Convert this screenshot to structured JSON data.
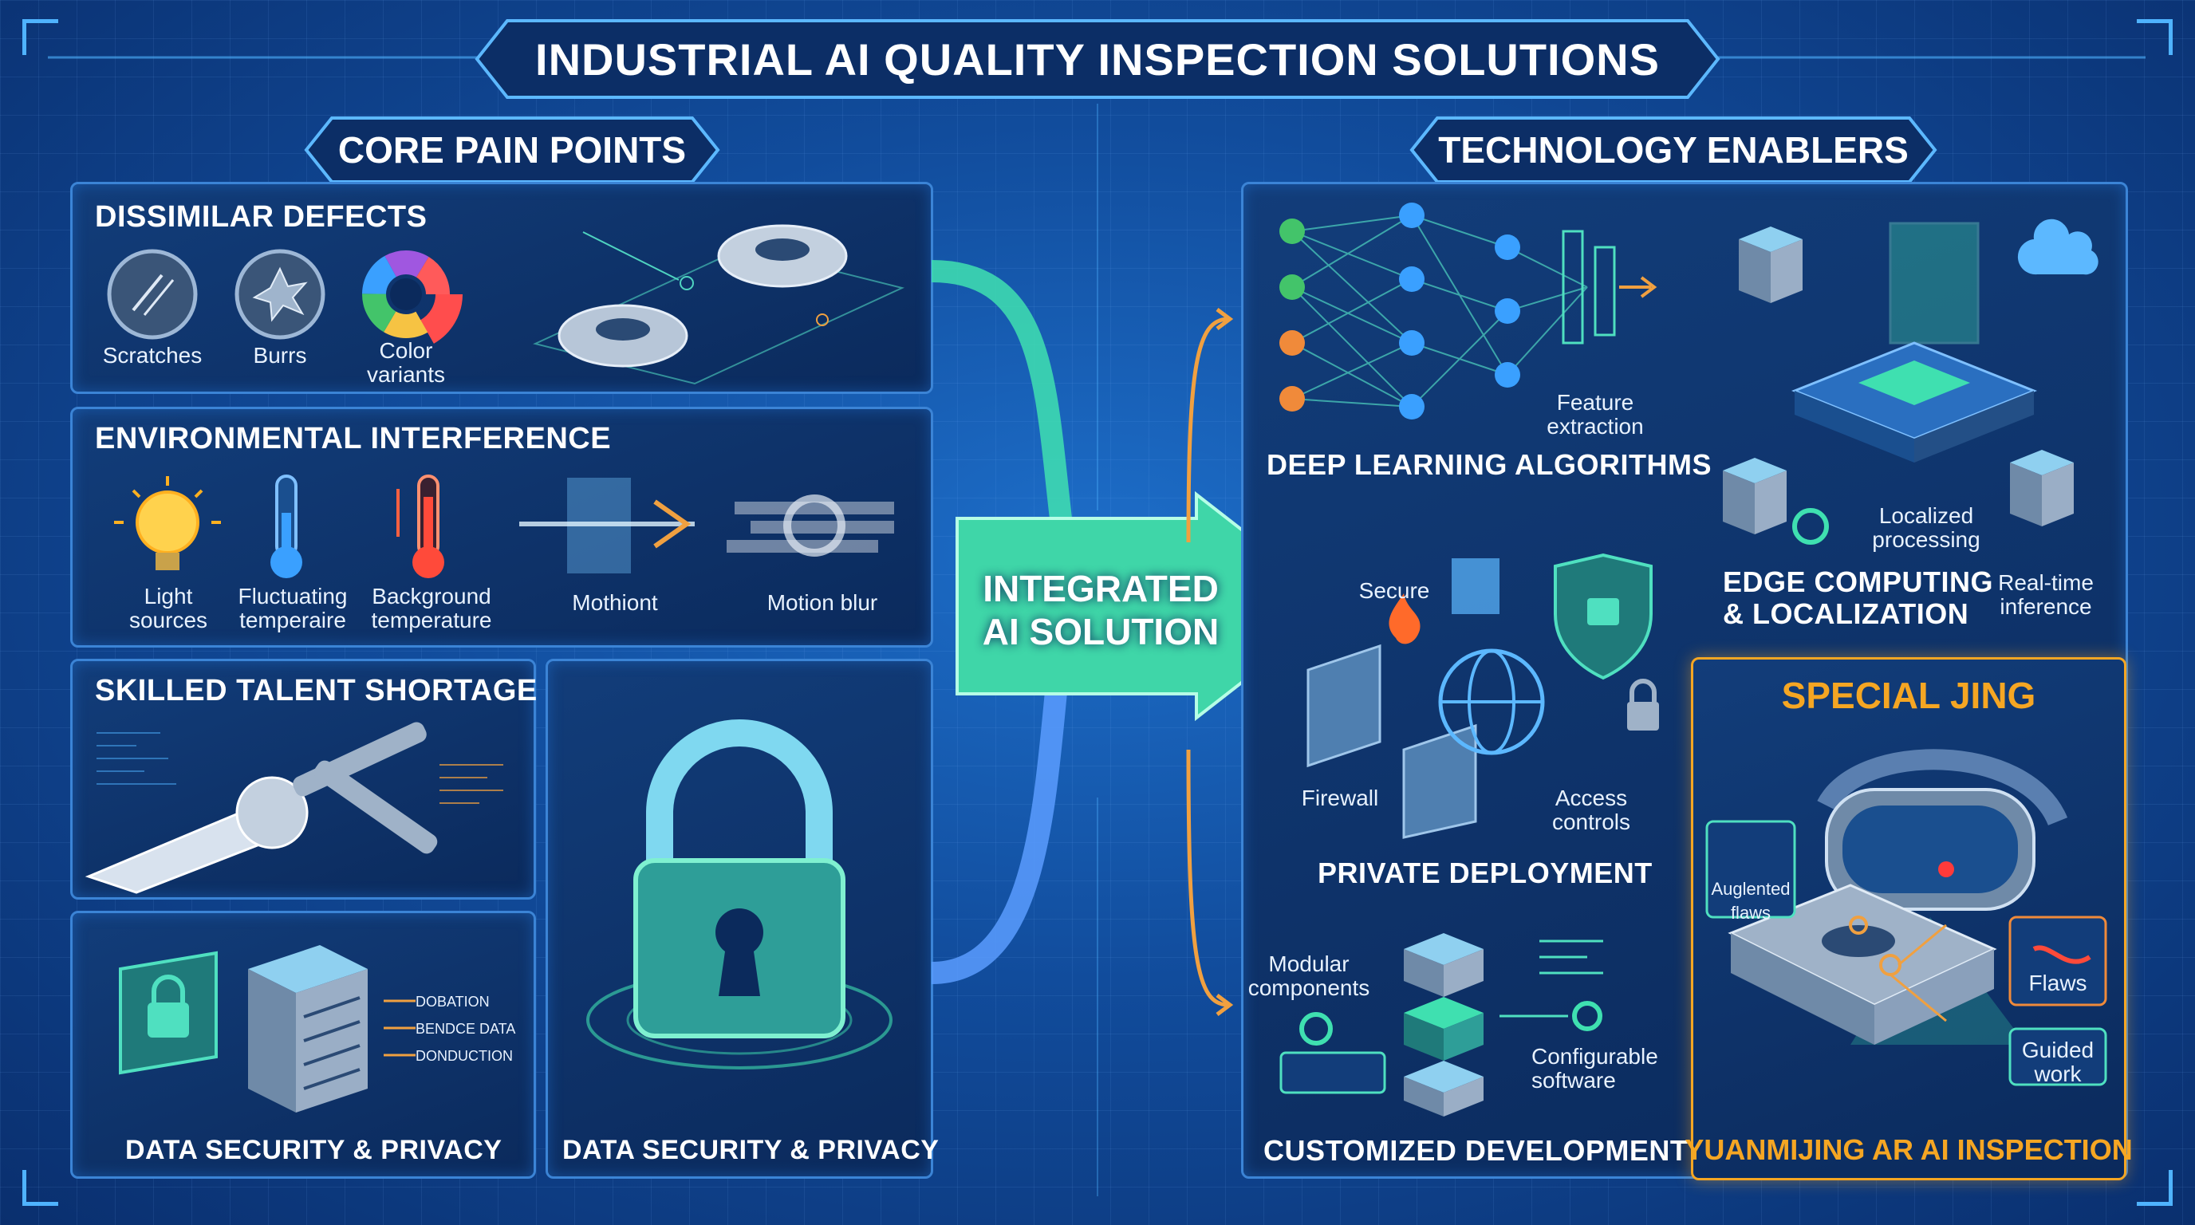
{
  "header": {
    "title": "INDUSTRIAL AI QUALITY INSPECTION SOLUTIONS"
  },
  "left": {
    "section_title": "CORE PAIN POINTS",
    "dissimilar": {
      "title": "DISSIMILAR DEFECTS",
      "items": [
        "Scratches",
        "Burrs",
        "Color\nvariants"
      ]
    },
    "environmental": {
      "title": "ENVIRONMENTAL INTERFERENCE",
      "items": [
        "Light\nsources",
        "Fluctuating\ntemperaire",
        "Background\ntemperature",
        "Mothiont",
        "Motion blur"
      ]
    },
    "talent": {
      "title": "SKILLED TALENT SHORTAGE"
    },
    "security_small": {
      "title": "DATA SECURITY & PRIVACY",
      "data_lines": [
        "DOBATION",
        "BENDCE DATA",
        "DONDUCTION"
      ]
    },
    "security_large": {
      "title": "DATA SECURITY & PRIVACY"
    }
  },
  "center": {
    "line1": "INTEGRATED",
    "line2": "AI SOLUTION"
  },
  "right": {
    "section_title": "TECHNOLOGY ENABLERS",
    "deep": {
      "title": "DEEP LEARNING ALGORITHMS",
      "feature": "Feature\nextraction"
    },
    "edge": {
      "title": "EDGE COMPUTING\n& LOCALIZATION",
      "localized": "Localized\nprocessing",
      "realtime": "Real-time\ninference"
    },
    "private": {
      "title": "PRIVATE DEPLOYMENT",
      "secure": "Secure",
      "firewall": "Firewall",
      "access": "Access\ncontrols"
    },
    "custom": {
      "title": "CUSTOMIZED DEVELOPMENT",
      "modular": "Modular\ncomponents",
      "configurable": "Configurable\nsoftware"
    },
    "special": {
      "title": "SPECIAL JING",
      "footer": "YUANMIJING AR AI INSPECTION",
      "augmented": "Auglented\nflaws",
      "flaws": "Flaws",
      "guided": "Guided\nwork"
    }
  },
  "colors": {
    "accent": "#3fe0b0",
    "orange": "#f0a040",
    "panel_border": "#3b84d6",
    "special_title": "#f5a623"
  }
}
